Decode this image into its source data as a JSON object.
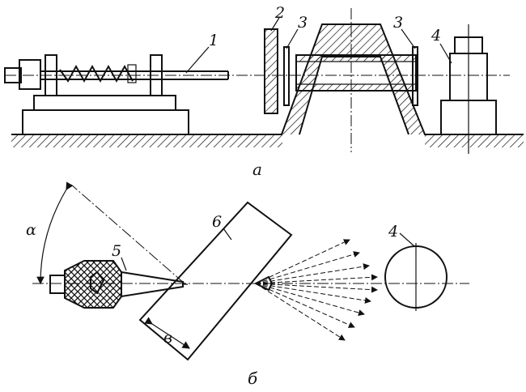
{
  "labels": {
    "rod": "1",
    "disc": "2",
    "seal_left": "3",
    "seal_right": "3",
    "target_top": "4",
    "nozzle": "5",
    "plate": "6",
    "target_bottom": "4",
    "angle": "α",
    "thickness": "в"
  },
  "captions": {
    "top": "а",
    "bottom": "б"
  }
}
